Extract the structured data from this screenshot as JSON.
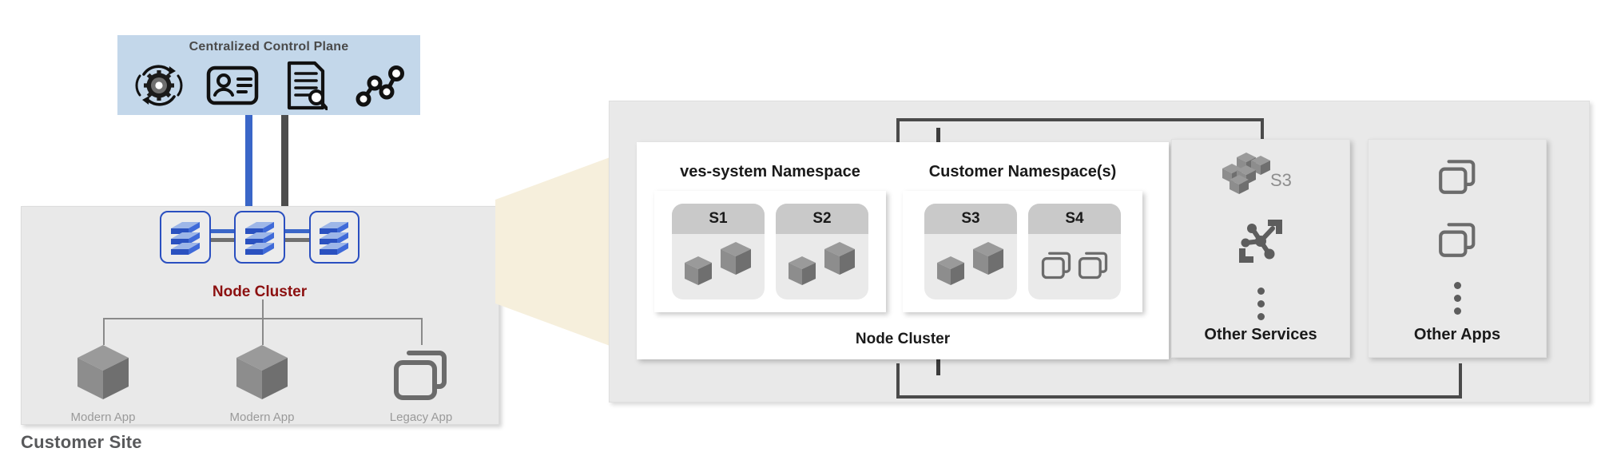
{
  "control_plane": {
    "title": "Centralized Control Plane",
    "icons": [
      {
        "name": "gear-sync-icon",
        "label": "configuration"
      },
      {
        "name": "identity-card-icon",
        "label": "identity"
      },
      {
        "name": "document-search-icon",
        "label": "audit"
      },
      {
        "name": "network-graph-icon",
        "label": "telemetry"
      }
    ]
  },
  "links": {
    "blue_color": "#3a66c8",
    "dark_color": "#4d4d4d"
  },
  "customer_site": {
    "label": "Customer Site",
    "node_cluster_label": "Node Cluster",
    "node_cluster_color": "#8c1010",
    "nodes": [
      {
        "name": "node-1"
      },
      {
        "name": "node-2"
      },
      {
        "name": "node-3"
      }
    ],
    "apps": [
      {
        "label": "Modern App",
        "icon": "cube-icon"
      },
      {
        "label": "Modern App",
        "icon": "cube-icon"
      },
      {
        "label": "Legacy App",
        "icon": "vm-stack-icon"
      }
    ]
  },
  "zoom_callout": {
    "color": "#f6efdc"
  },
  "node_cluster_detail": {
    "caption": "Node Cluster",
    "namespaces": [
      {
        "title": "ves-system Namespace",
        "services": [
          {
            "label": "S1",
            "workloads": [
              "cube-icon",
              "cube-icon"
            ]
          },
          {
            "label": "S2",
            "workloads": [
              "cube-icon",
              "cube-icon"
            ]
          }
        ]
      },
      {
        "title": "Customer Namespace(s)",
        "services": [
          {
            "label": "S3",
            "workloads": [
              "cube-icon",
              "cube-icon"
            ]
          },
          {
            "label": "S4",
            "workloads": [
              "vm-stack-icon",
              "vm-stack-icon"
            ]
          }
        ]
      }
    ]
  },
  "other_services": {
    "label": "Other Services",
    "icons": [
      {
        "name": "s3-bucket-icon",
        "text": "S3"
      },
      {
        "name": "microservices-mesh-icon",
        "text": ""
      },
      {
        "name": "vertical-ellipsis-icon",
        "text": ""
      }
    ]
  },
  "other_apps": {
    "label": "Other Apps",
    "icons": [
      {
        "name": "vm-stack-icon",
        "text": ""
      },
      {
        "name": "vm-stack-icon",
        "text": ""
      },
      {
        "name": "vertical-ellipsis-icon",
        "text": ""
      }
    ]
  }
}
